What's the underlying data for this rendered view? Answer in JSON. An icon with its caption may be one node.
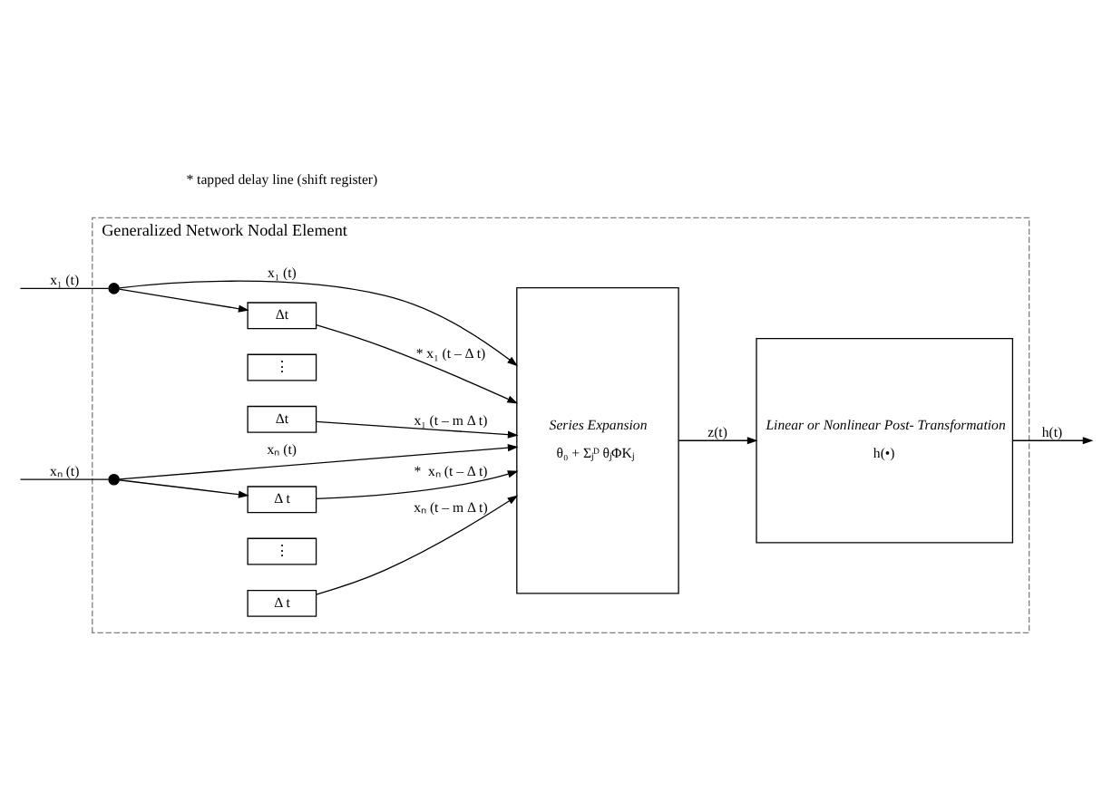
{
  "diagram": {
    "nodes": [
      {
        "text": [
          "Generalized Network Nodal Element"
        ]
      },
      {
        "text": [],
        "shape": "circle",
        "in": 0
      },
      {
        "text": [
          "Δt"
        ],
        "in": 0
      },
      {
        "text": [
          "⋮"
        ],
        "in": 0
      },
      {
        "text": [
          "Δt"
        ],
        "in": 0
      },
      {
        "text": [],
        "shape": "circle",
        "in": 0
      },
      {
        "text": [
          "Δ t"
        ],
        "in": 0
      },
      {
        "text": [
          "⋮"
        ],
        "in": 0
      },
      {
        "text": [
          "Δ t"
        ],
        "in": 0
      },
      {
        "text": [
          "Series Expansion",
          "θ₀ + Σⱼᴰ θⱼΦKⱼ"
        ],
        "in": 0
      },
      {
        "text": [
          "Linear or Nonlinear Post- Transformation",
          "h(•)"
        ],
        "in": 0
      }
    ],
    "edges": [
      {
        "from": null,
        "to": 1,
        "arrow": "none",
        "label": "x₁ (t)"
      },
      {
        "from": 1,
        "to": 9,
        "arrow": "to",
        "label": "x₁ (t)"
      },
      {
        "from": 1,
        "to": 2,
        "arrow": "to"
      },
      {
        "from": 2,
        "to": 9,
        "arrow": "to",
        "label": "* x₁ (t – Δ t)"
      },
      {
        "from": 4,
        "to": 9,
        "arrow": "to",
        "label": "x₁ (t – m Δ t)"
      },
      {
        "from": null,
        "to": 5,
        "arrow": "none",
        "label": "xₙ (t)"
      },
      {
        "from": 5,
        "to": 9,
        "arrow": "to",
        "label": "xₙ (t)"
      },
      {
        "from": 5,
        "to": 6,
        "arrow": "to"
      },
      {
        "from": 6,
        "to": 9,
        "arrow": "to",
        "label": "*  xₙ (t – Δ t)"
      },
      {
        "from": 8,
        "to": 9,
        "arrow": "to",
        "label": "xₙ (t – m Δ t)"
      },
      {
        "from": 9,
        "to": 10,
        "arrow": "to",
        "label": "z(t)"
      },
      {
        "from": 10,
        "to": null,
        "arrow": "to",
        "label": "h(t)"
      }
    ],
    "labels": [
      "* tapped delay line (shift register)"
    ]
  }
}
